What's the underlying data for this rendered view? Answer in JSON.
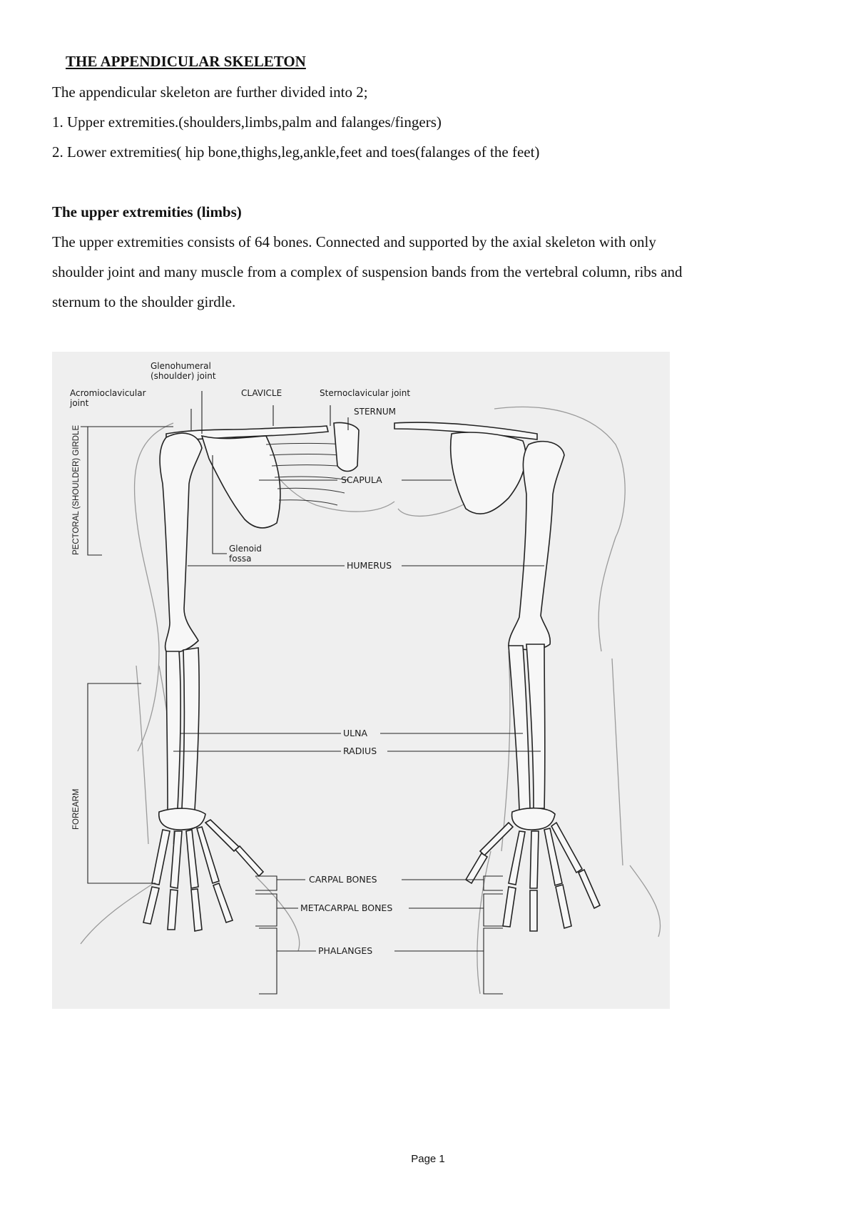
{
  "document": {
    "title": "THE APPENDICULAR SKELETON",
    "intro": "The appendicular skeleton are further divided into 2;",
    "list_items": [
      "1. Upper extremities.(shoulders,limbs,palm and falanges/fingers)",
      "2. Lower extremities( hip bone,thighs,leg,ankle,feet and toes(falanges of the feet)"
    ],
    "section_heading": "The upper extremities (limbs)",
    "paragraph_lines": [
      "The upper extremities consists of 64 bones. Connected and supported by the axial skeleton with only",
      "shoulder joint and many muscle from a complex of suspension bands from the vertebral column, ribs and",
      "sternum to the shoulder girdle."
    ]
  },
  "figure": {
    "labels": {
      "glenohumeral_line1": "Glenohumeral",
      "glenohumeral_line2": "(shoulder) joint",
      "acromioclavicular_line1": "Acromioclavicular",
      "acromioclavicular_line2": "joint",
      "clavicle": "CLAVICLE",
      "sternoclavicular": "Sternoclavicular joint",
      "sternum": "STERNUM",
      "scapula": "SCAPULA",
      "glenoid_line1": "Glenoid",
      "glenoid_line2": "fossa",
      "humerus": "HUMERUS",
      "ulna": "ULNA",
      "radius": "RADIUS",
      "carpal": "CARPAL BONES",
      "metacarpal": "METACARPAL BONES",
      "phalanges": "PHALANGES",
      "pectoral_girdle": "PECTORAL (SHOULDER) GIRDLE",
      "forearm": "FOREARM"
    }
  },
  "footer": {
    "page": "Page 1"
  }
}
